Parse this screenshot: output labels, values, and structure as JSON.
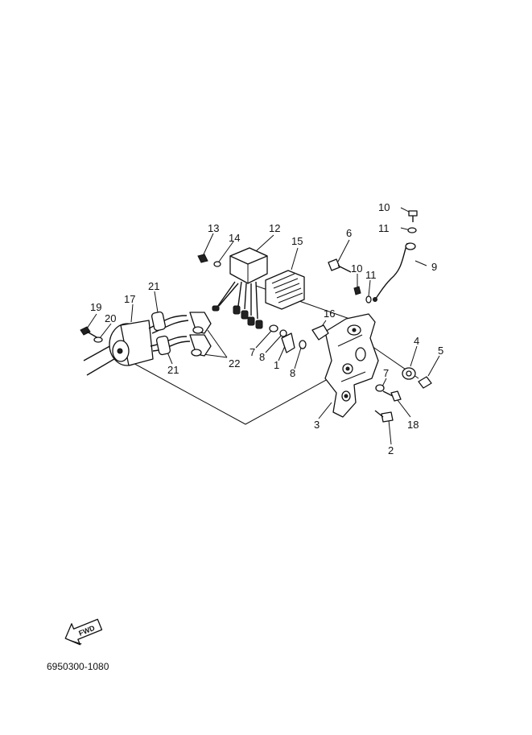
{
  "diagram": {
    "callouts": {
      "c1": "1",
      "c2": "2",
      "c3": "3",
      "c4": "4",
      "c5": "5",
      "c6": "6",
      "c7a": "7",
      "c7b": "7",
      "c8a": "8",
      "c8b": "8",
      "c9": "9",
      "c10a": "10",
      "c10b": "10",
      "c11a": "11",
      "c11b": "11",
      "c12": "12",
      "c13": "13",
      "c14": "14",
      "c15": "15",
      "c16": "16",
      "c17": "17",
      "c18": "18",
      "c19": "19",
      "c20": "20",
      "c21a": "21",
      "c21b": "21",
      "c22": "22"
    },
    "direction_badge": "FWD",
    "figure_code": "6950300-1080"
  },
  "colors": {
    "ink": "#111111",
    "background": "#ffffff"
  }
}
